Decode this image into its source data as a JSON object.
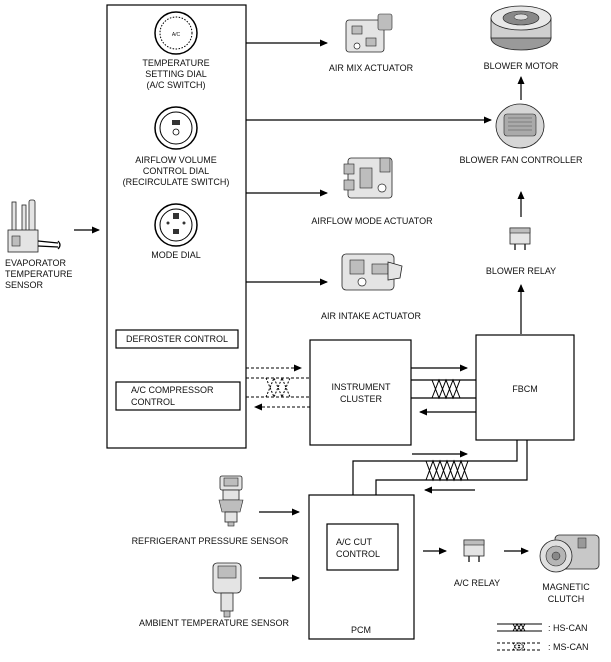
{
  "controls": {
    "temp_dial": [
      "TEMPERATURE",
      "SETTING DIAL",
      "(A/C SWITCH)"
    ],
    "temp_dial_face": "A/C",
    "airflow_dial": [
      "AIRFLOW VOLUME",
      "CONTROL DIAL",
      "(RECIRCULATE SWITCH)"
    ],
    "mode_dial": "MODE DIAL",
    "defroster": "DEFROSTER CONTROL",
    "ac_compressor": [
      "A/C COMPRESSOR",
      "CONTROL"
    ]
  },
  "actuators": {
    "air_mix": "AIR MIX ACTUATOR",
    "airflow_mode": "AIRFLOW MODE ACTUATOR",
    "air_intake": "AIR INTAKE ACTUATOR"
  },
  "blower": {
    "motor": "BLOWER MOTOR",
    "fan_controller": "BLOWER FAN CONTROLLER",
    "relay": "BLOWER RELAY"
  },
  "sensors": {
    "evaporator": [
      "EVAPORATOR",
      "TEMPERATURE",
      "SENSOR"
    ],
    "refrigerant": "REFRIGERANT PRESSURE SENSOR",
    "ambient": "AMBIENT TEMPERATURE SENSOR"
  },
  "modules": {
    "instrument_cluster": [
      "INSTRUMENT",
      "CLUSTER"
    ],
    "fbcm": "FBCM",
    "pcm": "PCM",
    "ac_cut": [
      "A/C CUT",
      "CONTROL"
    ]
  },
  "outputs": {
    "ac_relay": "A/C RELAY",
    "magnetic_clutch": [
      "MAGNETIC",
      "CLUTCH"
    ]
  },
  "legend": {
    "hs_can": ": HS-CAN",
    "ms_can": ": MS-CAN"
  }
}
